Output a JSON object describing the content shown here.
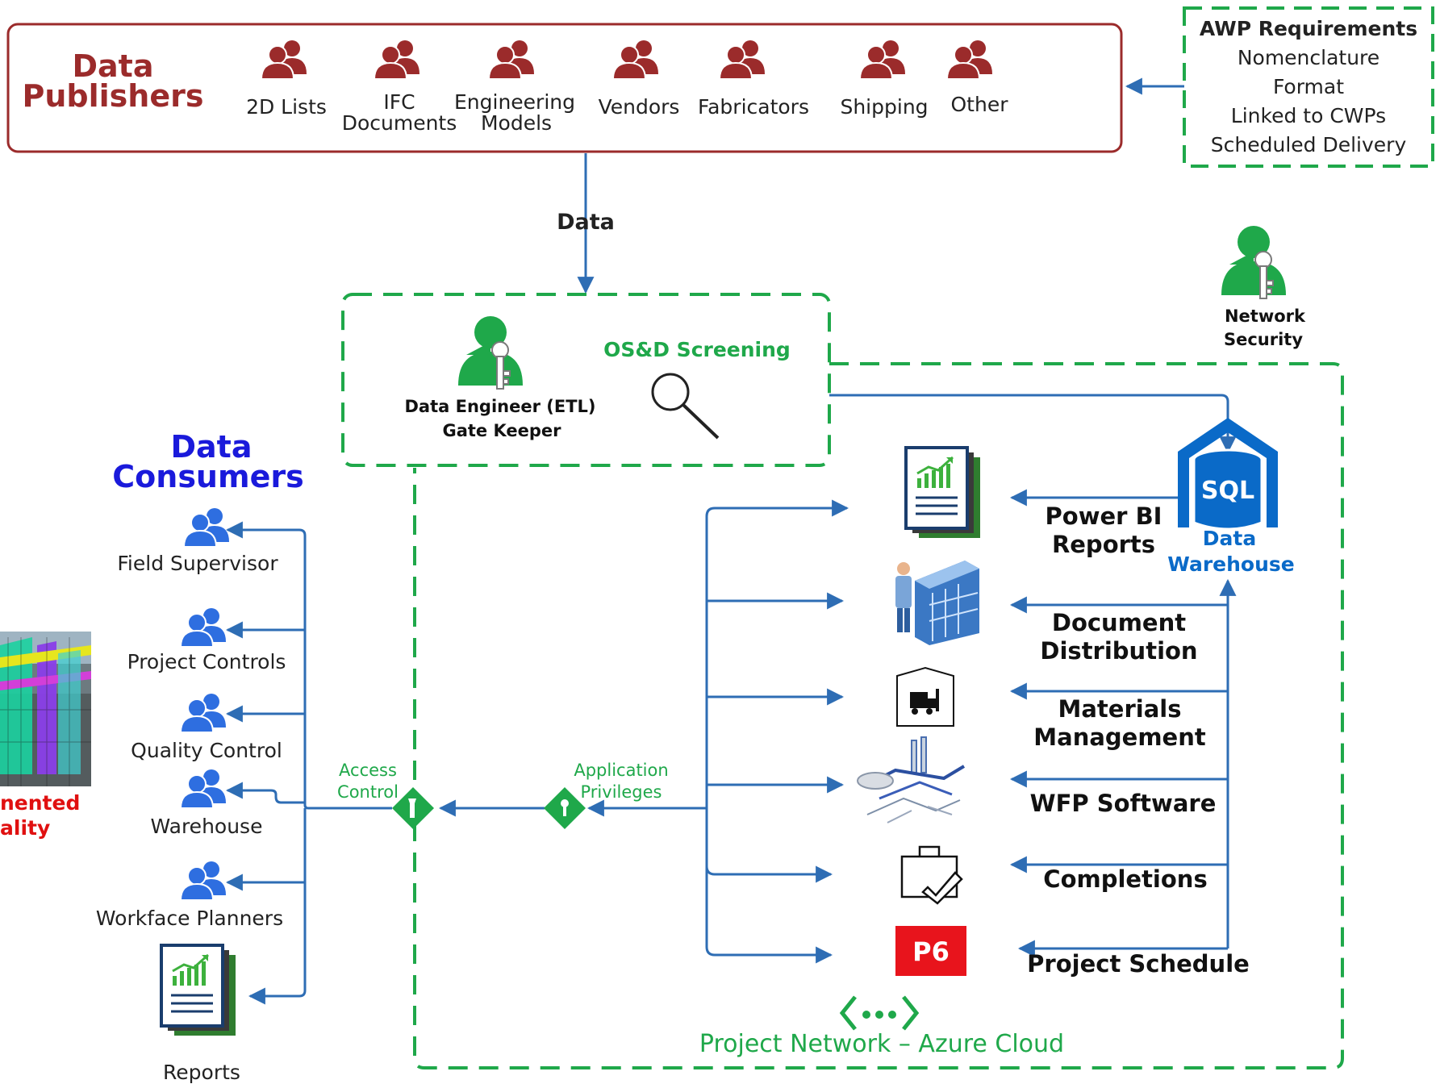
{
  "publishers": {
    "title_line1": "Data",
    "title_line2": "Publishers",
    "items": [
      {
        "line1": "2D Lists",
        "line2": ""
      },
      {
        "line1": "IFC",
        "line2": "Documents"
      },
      {
        "line1": "Engineering",
        "line2": "Models"
      },
      {
        "line1": "Vendors",
        "line2": ""
      },
      {
        "line1": "Fabricators",
        "line2": ""
      },
      {
        "line1": "Shipping",
        "line2": ""
      },
      {
        "line1": "Other",
        "line2": ""
      }
    ]
  },
  "awp": {
    "title": "AWP Requirements",
    "items": [
      "Nomenclature",
      "Format",
      "Linked to CWPs",
      "Scheduled Delivery"
    ]
  },
  "data_label": "Data",
  "gatekeeper": {
    "line1": "Data Engineer (ETL)",
    "line2": "Gate Keeper",
    "screening": "OS&D Screening"
  },
  "network_security": {
    "line1": "Network",
    "line2": "Security"
  },
  "warehouse": {
    "sql": "SQL",
    "line1": "Data",
    "line2": "Warehouse"
  },
  "consumers": {
    "title_line1": "Data",
    "title_line2": "Consumers",
    "items": [
      "Field Supervisor",
      "Project Controls",
      "Quality Control",
      "Warehouse",
      "Workface Planners",
      "Reports"
    ]
  },
  "ar_label": {
    "line1": "nented",
    "line2": "ality"
  },
  "access_control": {
    "line1": "Access",
    "line2": "Control"
  },
  "app_privileges": {
    "line1": "Application",
    "line2": "Privileges"
  },
  "applications": [
    {
      "line1": "Power BI",
      "line2": "Reports"
    },
    {
      "line1": "Document",
      "line2": "Distribution"
    },
    {
      "line1": "Materials",
      "line2": "Management"
    },
    {
      "line1": "WFP Software",
      "line2": ""
    },
    {
      "line1": "Completions",
      "line2": ""
    },
    {
      "line1": "Project Schedule",
      "line2": ""
    }
  ],
  "p6_label": "P6",
  "network_label": "Project Network – Azure Cloud",
  "colors": {
    "publisher_red": "#9b2b2b",
    "green": "#1fa84a",
    "blue": "#2e6db4",
    "consumer_blue": "#1a1adb",
    "warehouse_blue": "#0a6ac8",
    "ar_red": "#e01010",
    "p6_red": "#e8141c"
  }
}
